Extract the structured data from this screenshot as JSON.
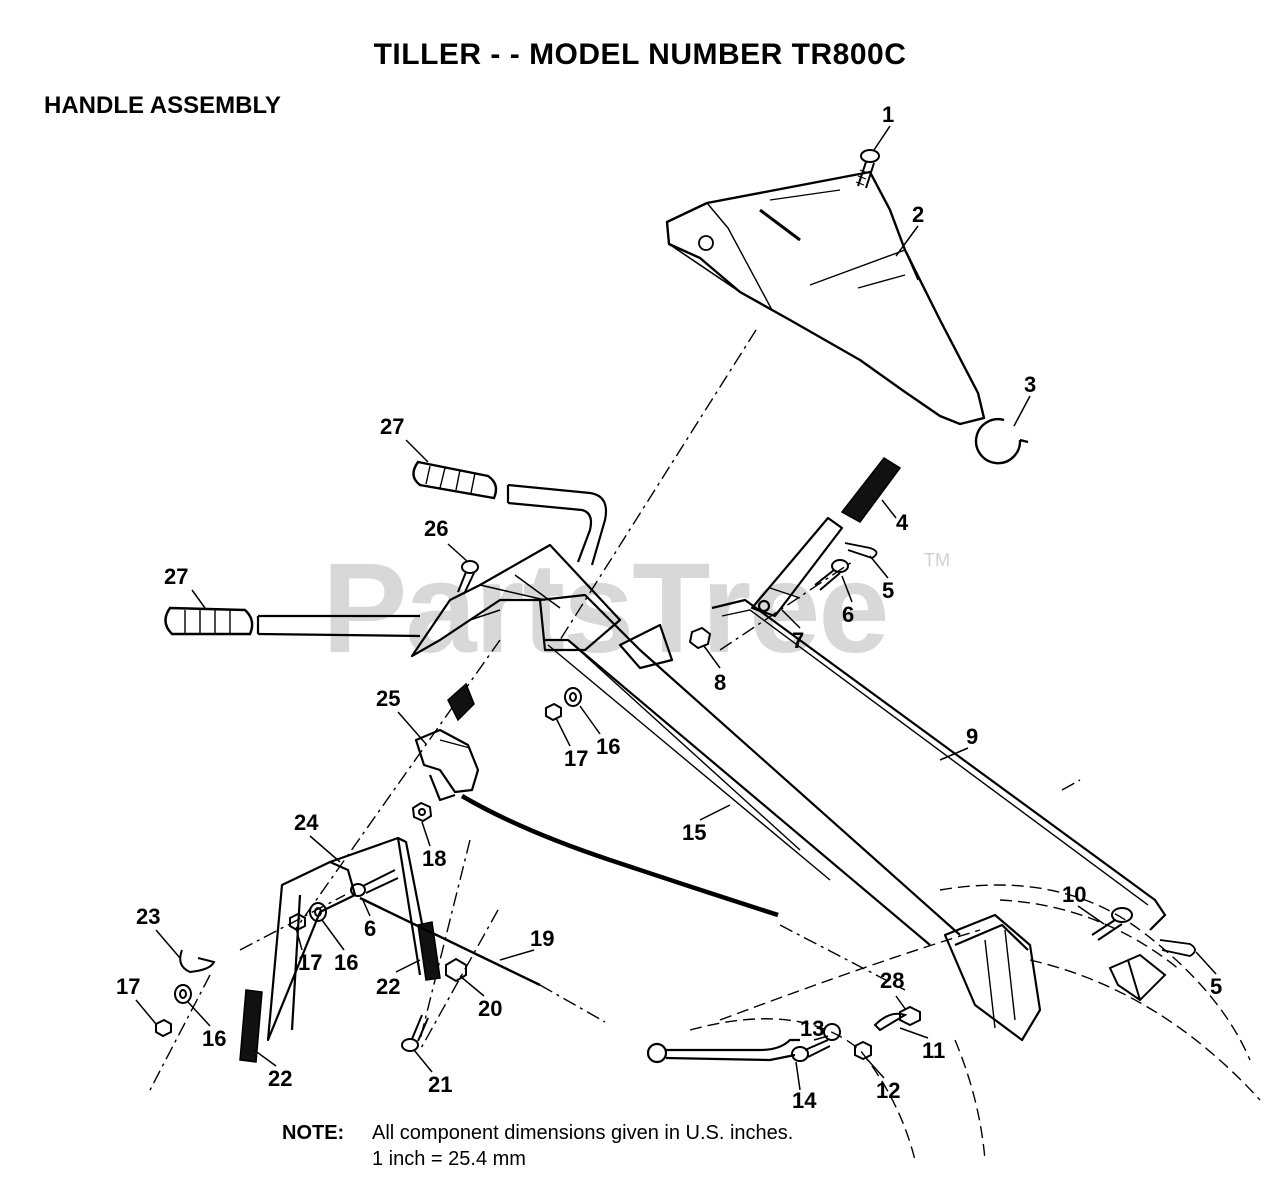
{
  "title": "TILLER - - MODEL NUMBER TR800C",
  "subtitle": "HANDLE ASSEMBLY",
  "watermark": "PartsTree",
  "watermark_tm": "TM",
  "note": {
    "label": "NOTE:",
    "line1": "All component dimensions given in U.S. inches.",
    "line2": "1 inch = 25.4 mm"
  },
  "callouts": {
    "c1": "1",
    "c2": "2",
    "c3": "3",
    "c4": "4",
    "c5a": "5",
    "c5b": "5",
    "c6a": "6",
    "c6b": "6",
    "c7": "7",
    "c8": "8",
    "c9": "9",
    "c10": "10",
    "c11": "11",
    "c12": "12",
    "c13": "13",
    "c14": "14",
    "c15": "15",
    "c16a": "16",
    "c16b": "16",
    "c16c": "16",
    "c17a": "17",
    "c17b": "17",
    "c17c": "17",
    "c18": "18",
    "c19": "19",
    "c20": "20",
    "c21": "21",
    "c22a": "22",
    "c22b": "22",
    "c23": "23",
    "c24": "24",
    "c25": "25",
    "c26": "26",
    "c27a": "27",
    "c27b": "27",
    "c28": "28"
  }
}
